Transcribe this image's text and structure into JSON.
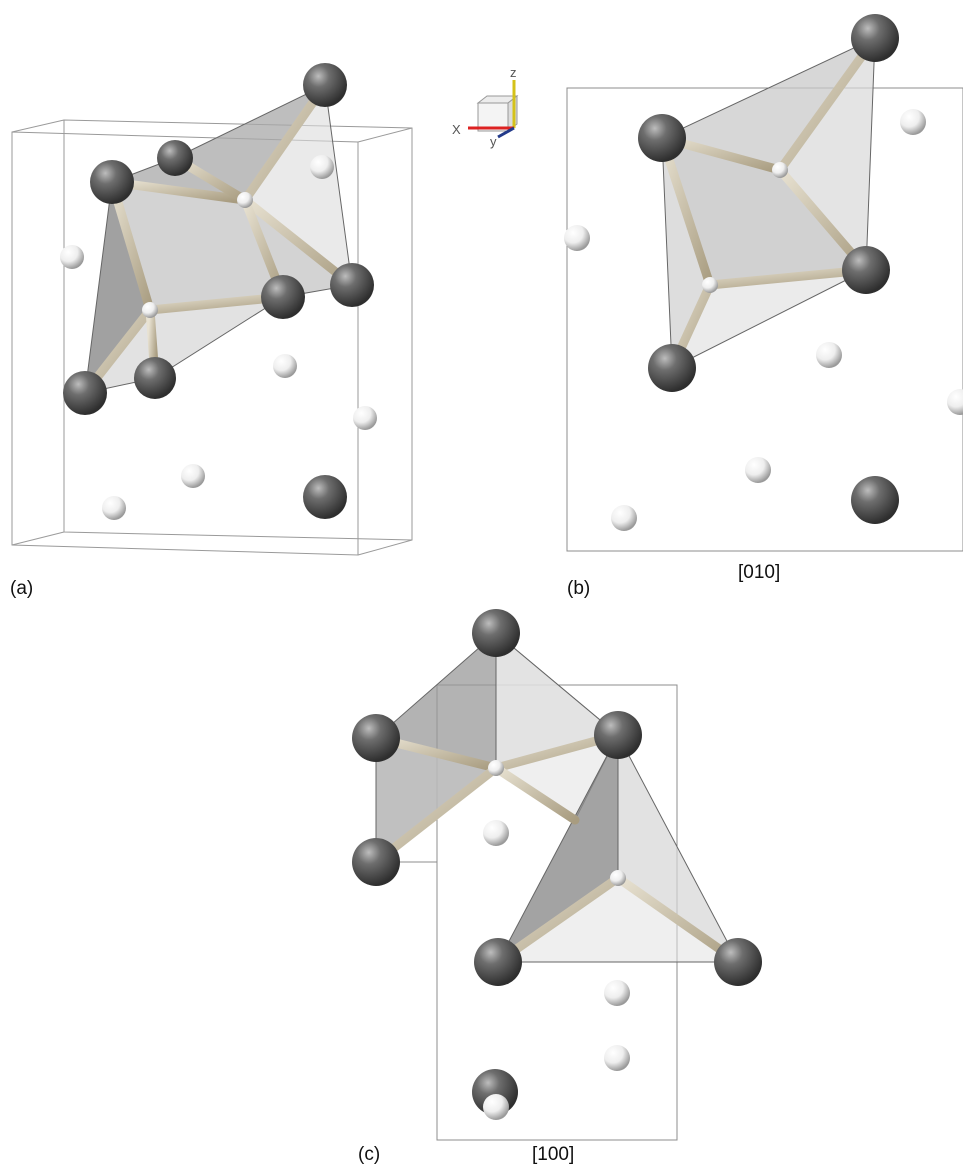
{
  "panels": {
    "a": {
      "label": "(a)"
    },
    "b": {
      "label": "(b)",
      "direction": "[010]"
    },
    "c": {
      "label": "(c)",
      "direction": "[100]"
    }
  },
  "axis_triad": {
    "x": "X",
    "y": "y",
    "z": "z"
  },
  "colors": {
    "large_atom": "#5a5a5a",
    "small_atom": "#f2f2f2",
    "bond": "#c9bfa8",
    "polyhedron": "#b8b8b8",
    "cell_edge": "#8c8c8c"
  }
}
